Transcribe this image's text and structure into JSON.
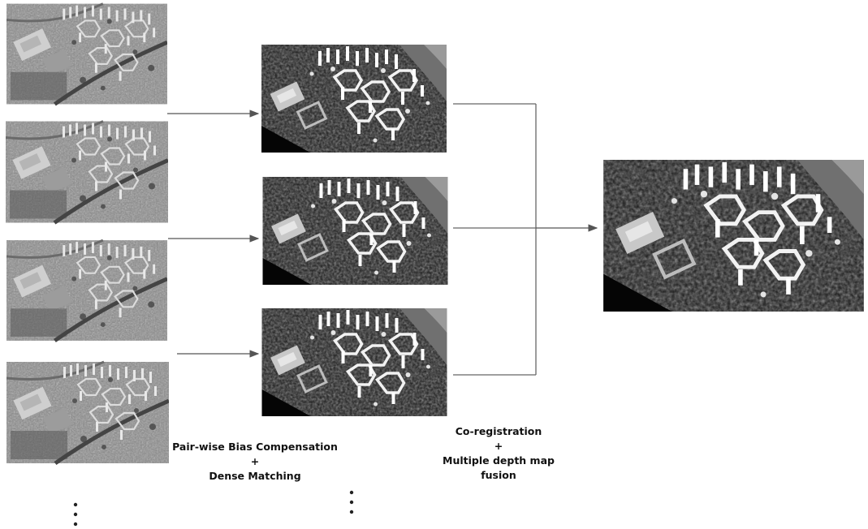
{
  "stages": {
    "matching": {
      "line1": "Pair-wise Bias Compensation",
      "line2": "+",
      "line3": "Dense Matching"
    },
    "fusion": {
      "line1": "Co-registration",
      "line2": "+",
      "line3": "Multiple depth map",
      "line4": "fusion"
    }
  },
  "images": {
    "input_count_shown": 4,
    "depth_map_count_shown": 3,
    "fused_count_shown": 1
  },
  "colors": {
    "arrow": "#555555",
    "connector": "#666666",
    "text": "#111111"
  }
}
